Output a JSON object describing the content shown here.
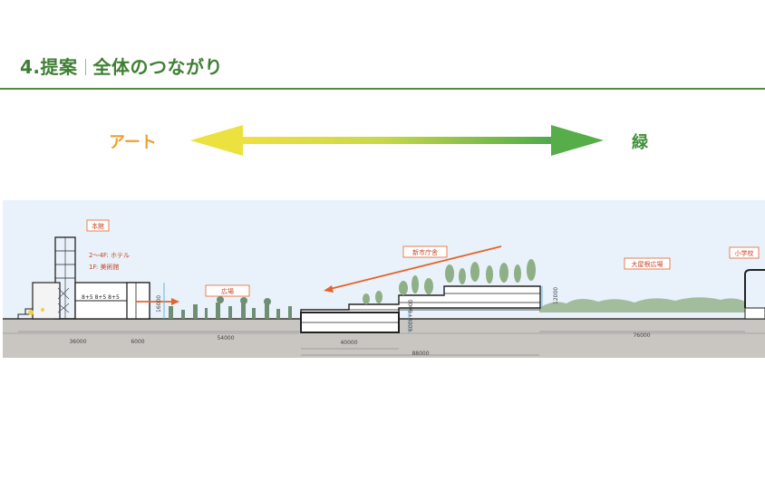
{
  "header": {
    "section": "4.提案",
    "title": "全体のつながり"
  },
  "axis": {
    "left_label": "アート",
    "right_label": "緑",
    "left_color": "#f2c500",
    "right_color": "#4aa84a"
  },
  "section_labels": {
    "main_building": "本館",
    "floors_hotel": "2～4F: ホテル",
    "floor_museum": "1F: 美術館",
    "plaza": "広場",
    "city_hall": "新市庁舎",
    "roof_plaza": "大屋根広場",
    "school": "小学校"
  },
  "dimensions": {
    "d1": "36000",
    "d2": "6000",
    "d3": "54000",
    "d4": "40000",
    "d5": "88000",
    "d6": "76000",
    "h1": "16000",
    "h2": "12000",
    "depth": "6000+6000",
    "floor_marks": "8+5 8+5 8+5"
  },
  "colors": {
    "accent_green": "#3f7f34",
    "label_red": "#c8452a",
    "arrow_orange": "#e4652a",
    "sky": "#e9f1fa",
    "ground": "#c9c6c2"
  }
}
